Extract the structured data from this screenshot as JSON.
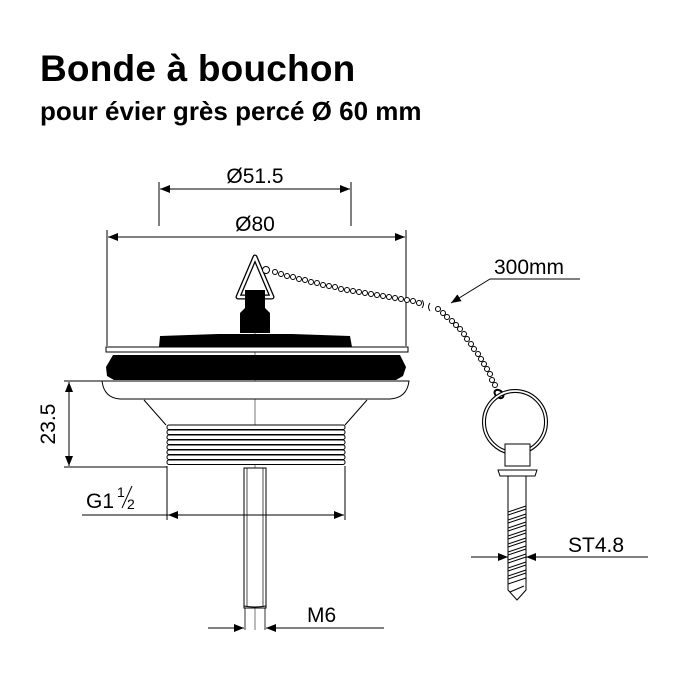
{
  "header": {
    "title": "Bonde à bouchon",
    "subtitle": "pour évier grès percé Ø 60 mm"
  },
  "dimensions": {
    "inner_diameter": "Ø51.5",
    "outer_diameter": "Ø80",
    "chain_length": "300mm",
    "height": "23.5",
    "thread_main": "G1",
    "thread_fraction_num": "1",
    "thread_fraction_den": "2",
    "stem_thread": "M6",
    "screw_size": "ST4.8"
  },
  "colors": {
    "line": "#000000",
    "fill_dark": "#000000",
    "background": "#ffffff",
    "thin_line": "#555555"
  }
}
